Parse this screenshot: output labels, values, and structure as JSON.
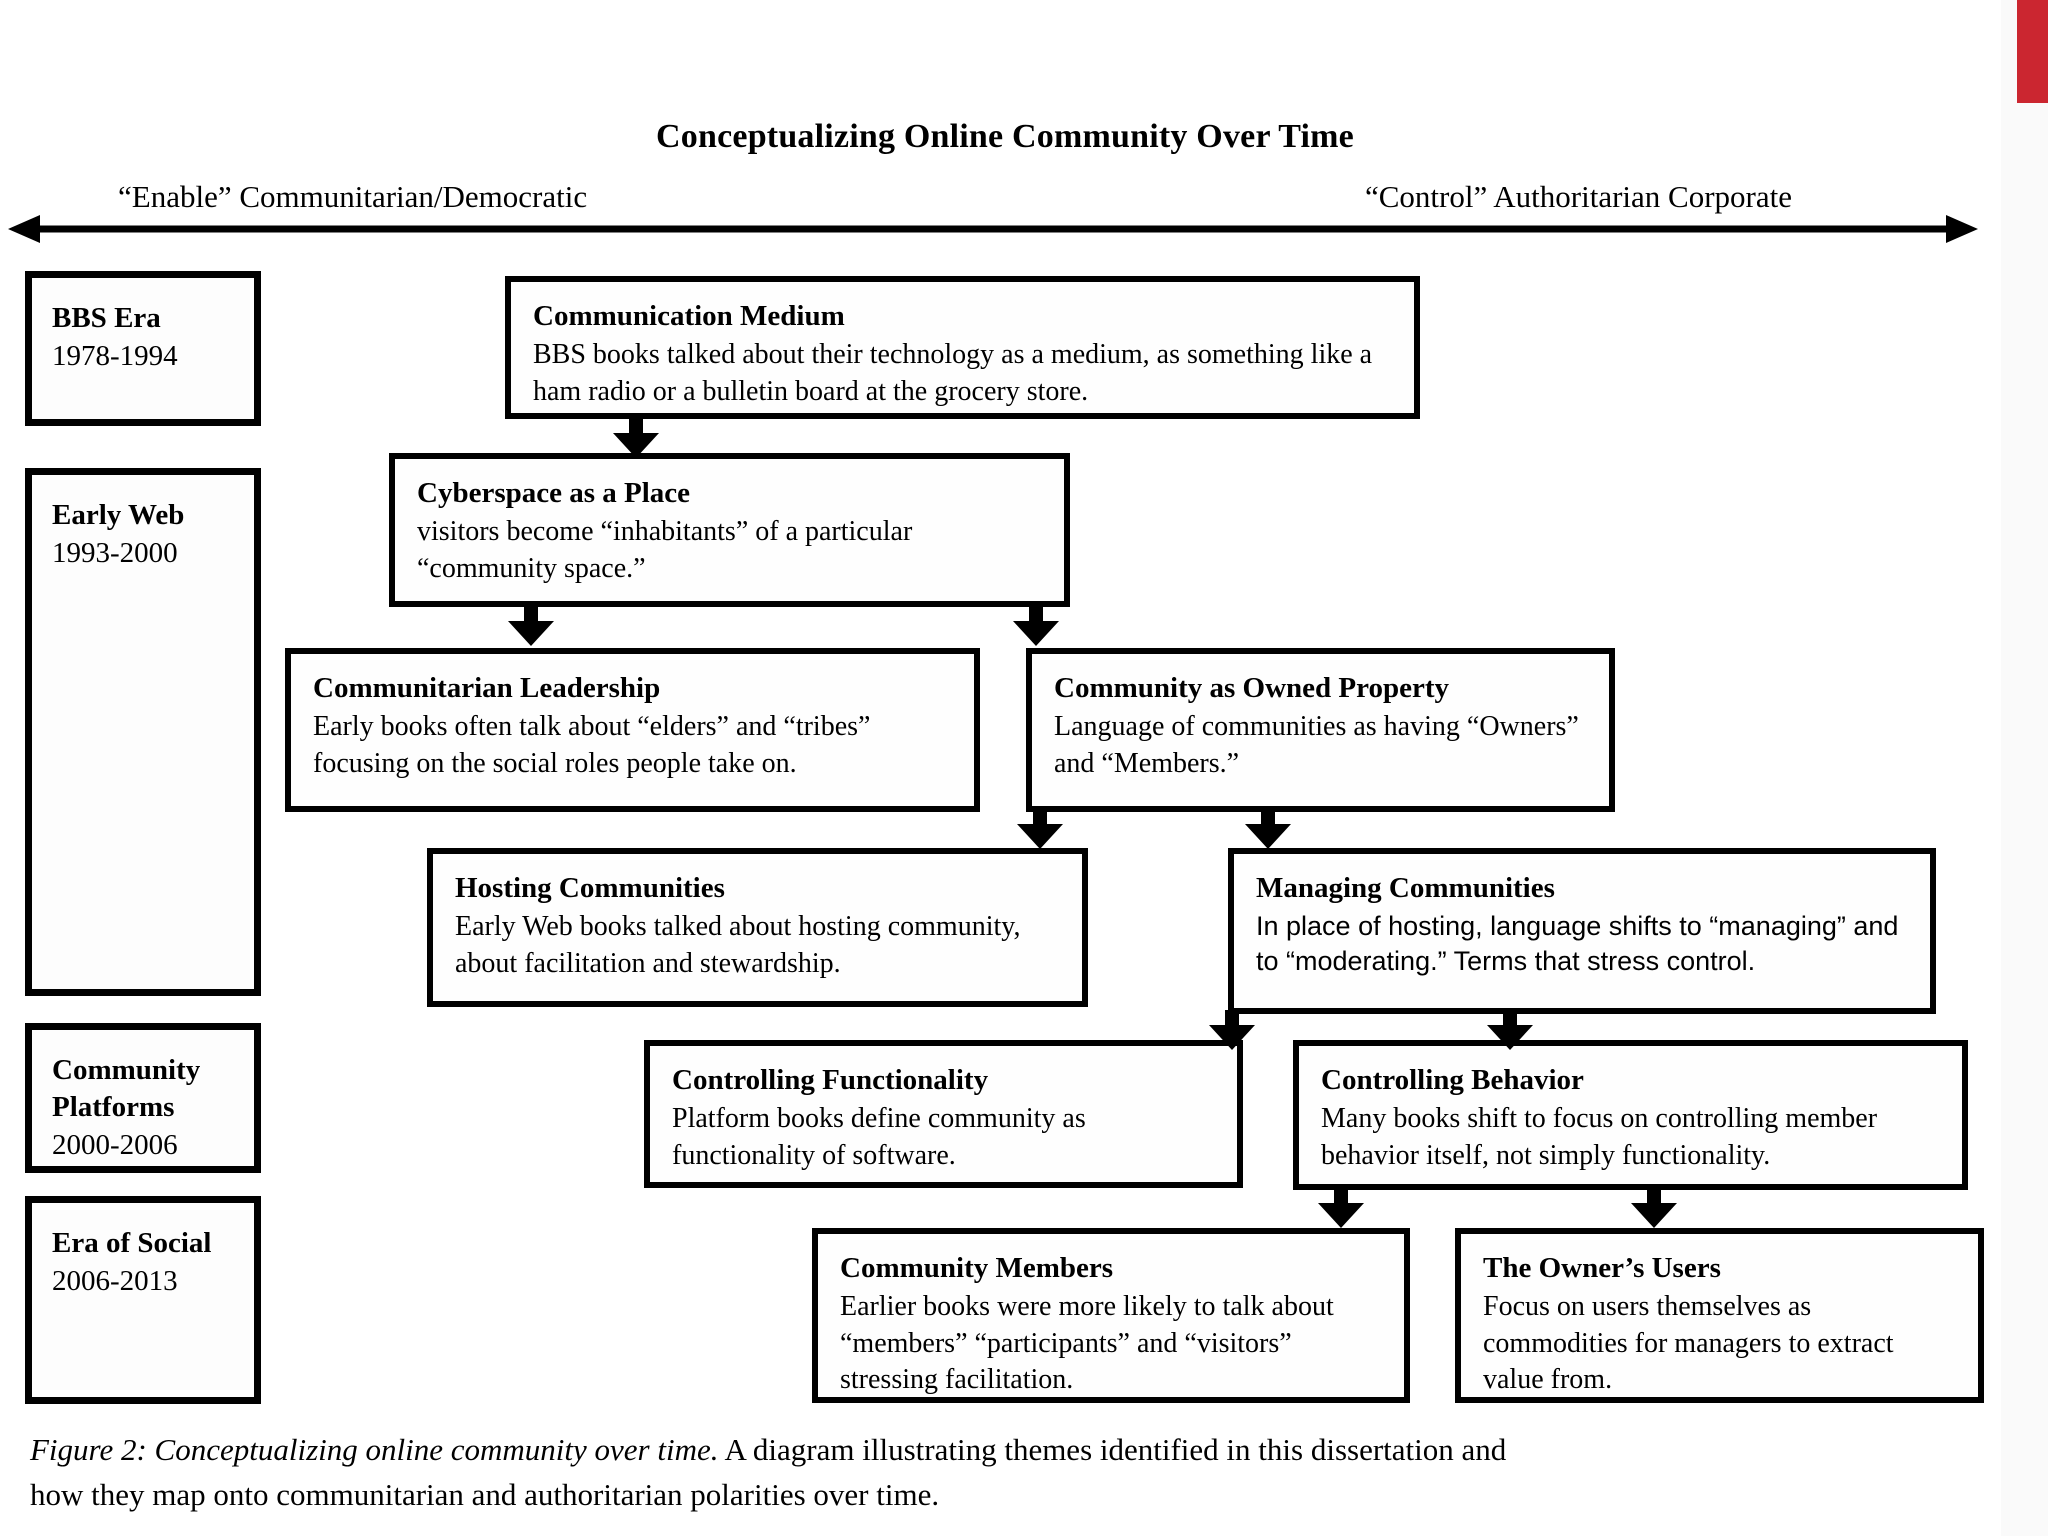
{
  "page": {
    "background": "#ffffff",
    "accent_red": "#cb2630"
  },
  "title": "Conceptualizing Online Community Over Time",
  "axis": {
    "left_label": "“Enable” Communitarian/Democratic",
    "right_label": "“Control” Authoritarian Corporate"
  },
  "eras": [
    {
      "name": "BBS Era",
      "years": "1978-1994"
    },
    {
      "name": "Early Web",
      "years": "1993-2000"
    },
    {
      "name": "Community Platforms",
      "years": "2000-2006"
    },
    {
      "name": "Era of Social",
      "years": "2006-2013"
    }
  ],
  "boxes": {
    "communication_medium": {
      "title": "Communication Medium",
      "body": "BBS books talked about their technology as a medium, as something like a ham radio or a bulletin board at the grocery store."
    },
    "cyberspace_as_a_place": {
      "title": "Cyberspace as a Place",
      "body": "visitors become “inhabitants” of a particular “community space.”"
    },
    "communitarian_leadership": {
      "title": "Communitarian Leadership",
      "body": "Early books often talk about “elders” and “tribes” focusing on the social roles people take on."
    },
    "community_as_owned_property": {
      "title": "Community as Owned Property",
      "body": "Language of communities as having “Owners” and “Members.”"
    },
    "hosting_communities": {
      "title": "Hosting Communities",
      "body": "Early Web books talked about hosting community, about facilitation and stewardship."
    },
    "managing_communities": {
      "title": "Managing Communities",
      "body": "In place of hosting, language shifts to “managing” and to “moderating.” Terms that stress control."
    },
    "controlling_functionality": {
      "title": "Controlling Functionality",
      "body": "Platform books define community as functionality of software."
    },
    "controlling_behavior": {
      "title": "Controlling Behavior",
      "body": "Many books shift to focus on controlling member behavior itself, not simply functionality."
    },
    "community_members": {
      "title": "Community Members",
      "body": "Earlier books were more likely to talk about “members” “participants” and “visitors” stressing facilitation."
    },
    "the_owners_users": {
      "title": "The Owner’s Users",
      "body": "Focus on users themselves as commodities for managers to extract value from."
    }
  },
  "caption": {
    "italic": "Figure 2: Conceptualizing online community over time.",
    "rest": " A diagram illustrating themes identified in this dissertation and how they map onto communitarian and authoritarian polarities over time."
  }
}
